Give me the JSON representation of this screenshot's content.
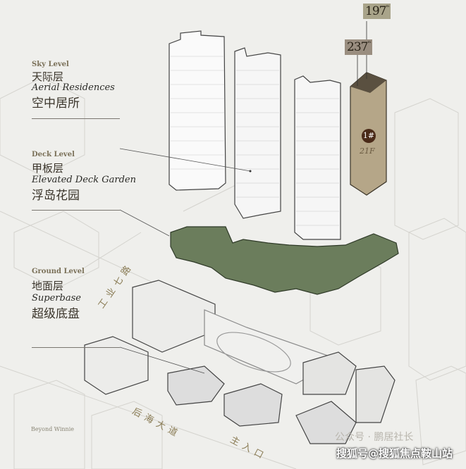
{
  "levels": [
    {
      "level": "Sky Level",
      "cn": "天际层",
      "en": "Aerial Residences",
      "cn_sub": "空中居所"
    },
    {
      "level": "Deck Level",
      "cn": "甲板层",
      "en": "Elevated Deck Garden",
      "cn_sub": "浮岛花园"
    },
    {
      "level": "Ground Level",
      "cn": "地面层",
      "en": "Superbase",
      "cn_sub": "超级底盘"
    }
  ],
  "height_tags": [
    {
      "value": "197",
      "unit": "m"
    },
    {
      "value": "237",
      "unit": "m"
    }
  ],
  "tower": {
    "badge": "1#",
    "floors": "21F"
  },
  "roads": {
    "north": "工业七路",
    "south": "后海大道",
    "entrance": "主入口"
  },
  "logo_text": "Beyond Winnie",
  "watermark": {
    "main": "搜狐号@搜狐焦点鞍山站",
    "faint": "公众号 · 鹏居社长"
  },
  "colors": {
    "deck_green": "#6b7d5c",
    "tower_gold": "#b5a688",
    "tag_light": "#a9a48a",
    "tag_dark": "#9a8e80",
    "background": "#efefec"
  }
}
